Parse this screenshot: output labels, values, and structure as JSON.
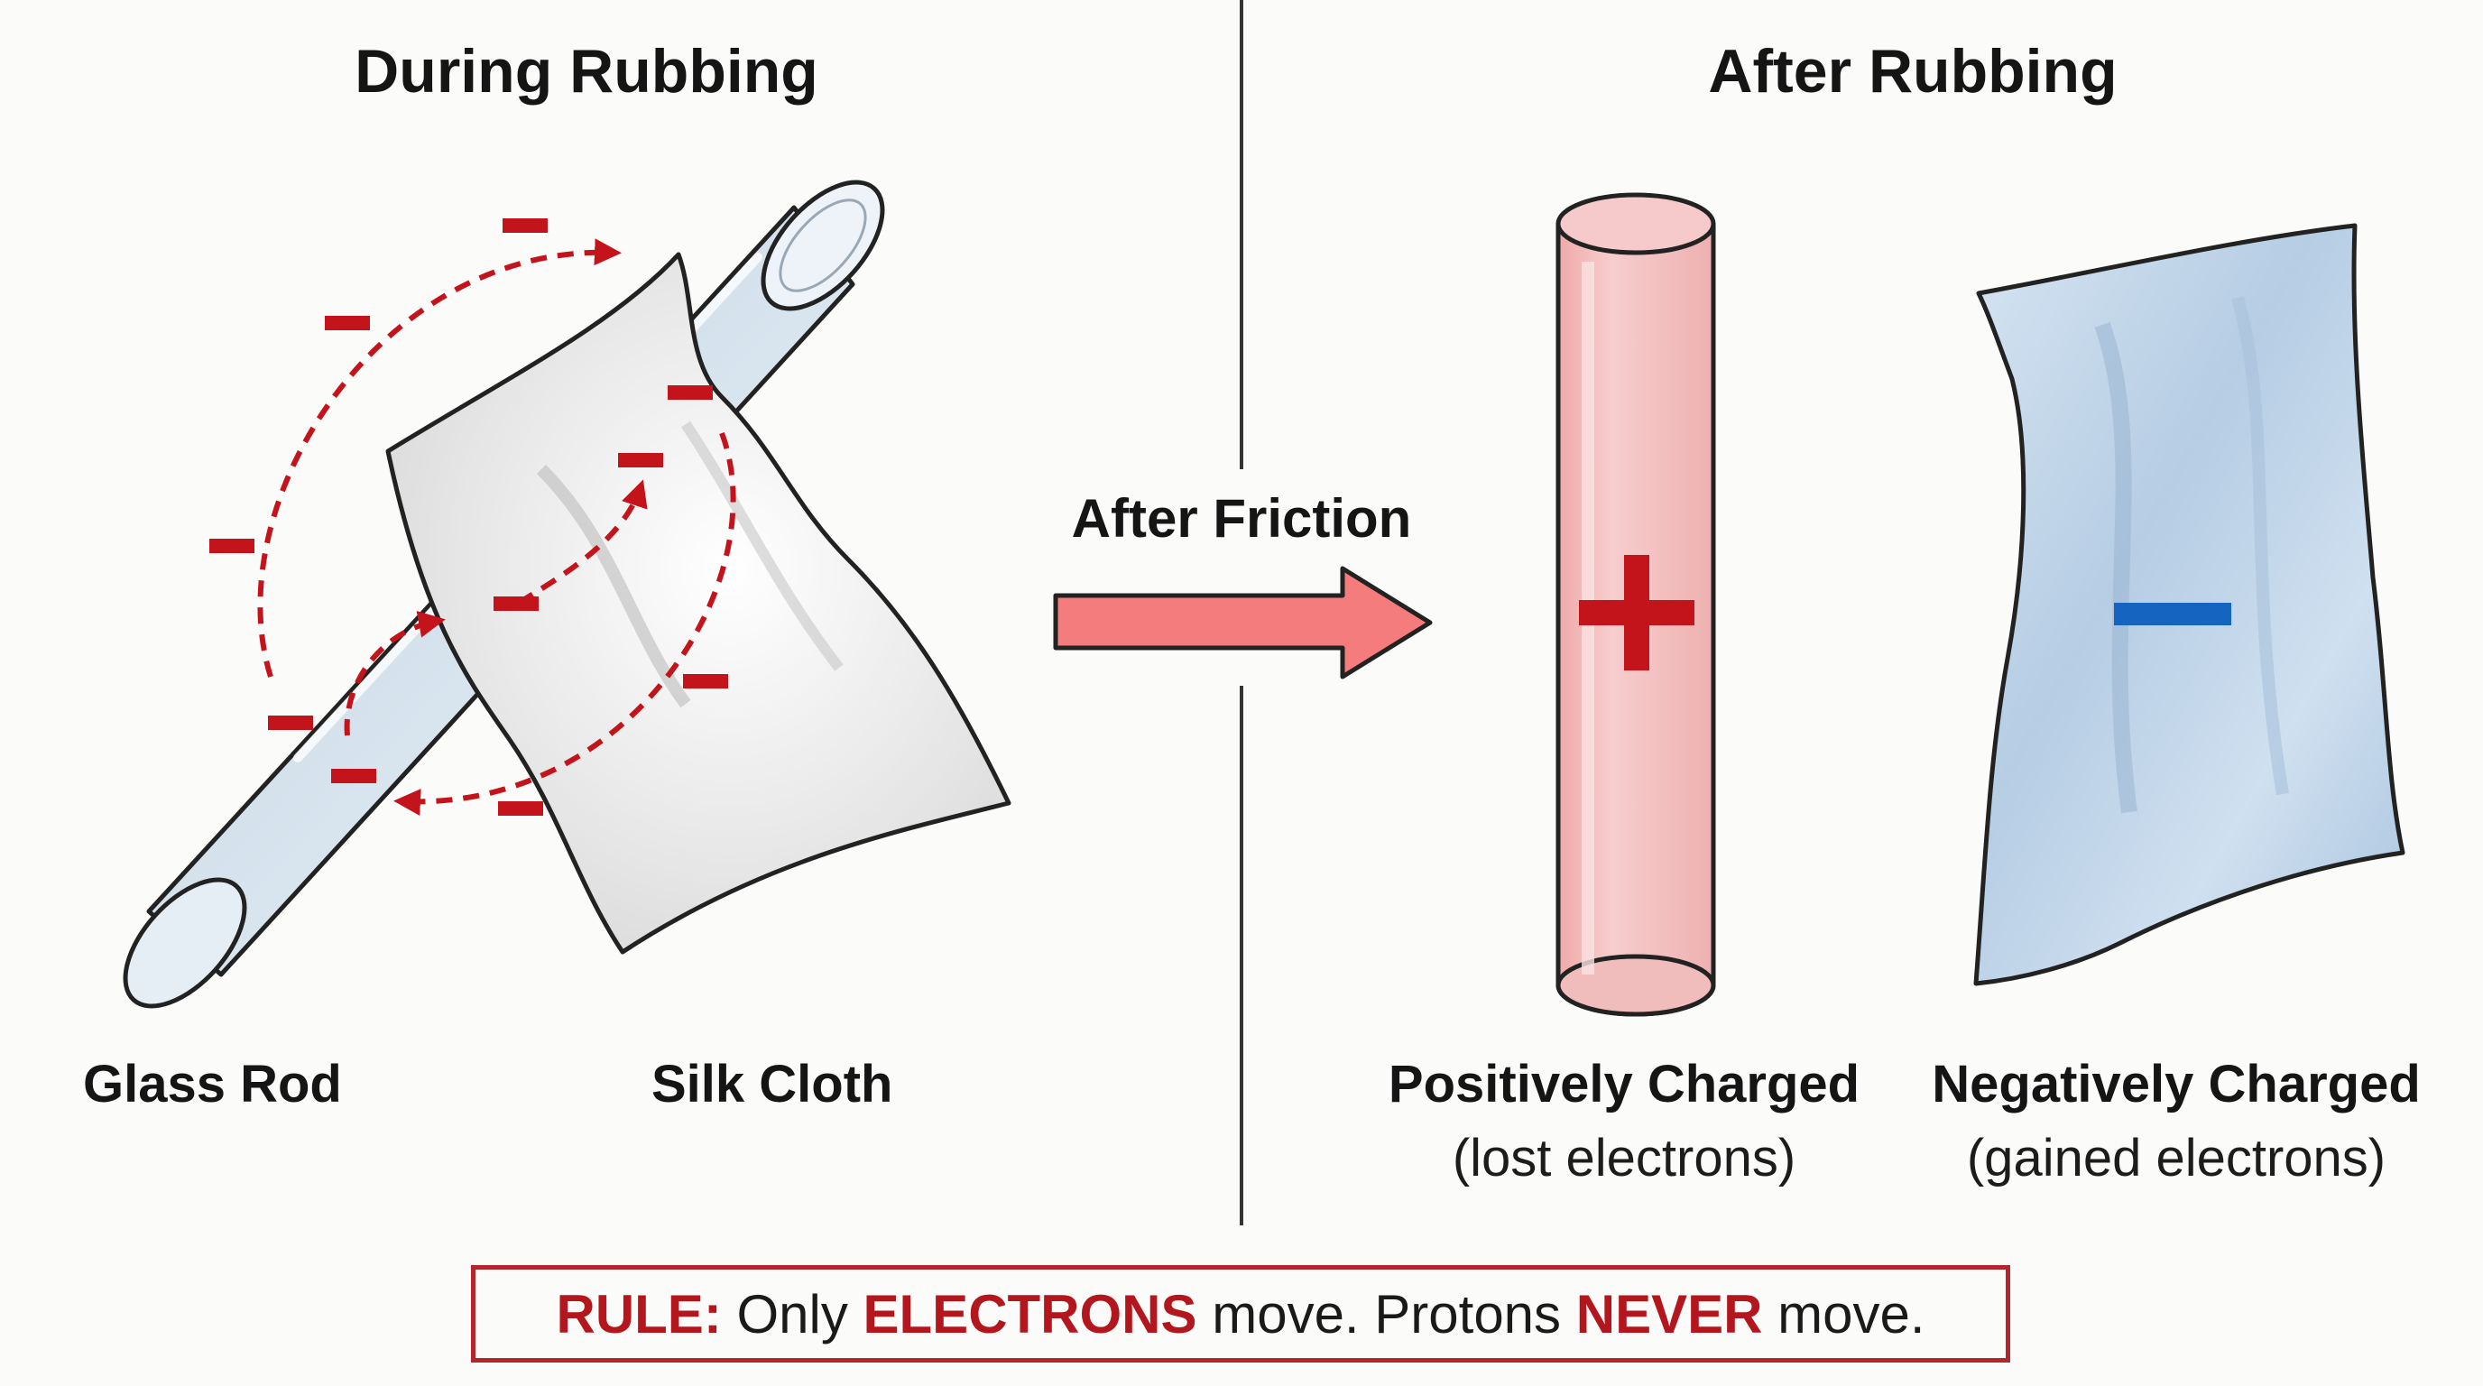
{
  "left_panel": {
    "title": "During Rubbing",
    "rod_label": "Glass Rod",
    "cloth_label": "Silk Cloth"
  },
  "arrow": {
    "label": "After Friction"
  },
  "right_panel": {
    "title": "After Rubbing",
    "rod_label": "Positively Charged",
    "rod_sublabel": "(lost electrons)",
    "cloth_label": "Negatively Charged",
    "cloth_sublabel": "(gained electrons)"
  },
  "rule": {
    "prefix": "RULE:",
    "t1": " Only ",
    "electrons": "ELECTRONS",
    "t2": " move. Protons ",
    "never": "NEVER",
    "t3": " move."
  },
  "colors": {
    "charge_red": "#c3141b",
    "negative_blue": "#1565c0",
    "positive_rod": "#f2b8b8",
    "negative_cloth": "#c6dbef",
    "arrow_fill": "#f47c7c",
    "rule_border": "#b3262b"
  }
}
